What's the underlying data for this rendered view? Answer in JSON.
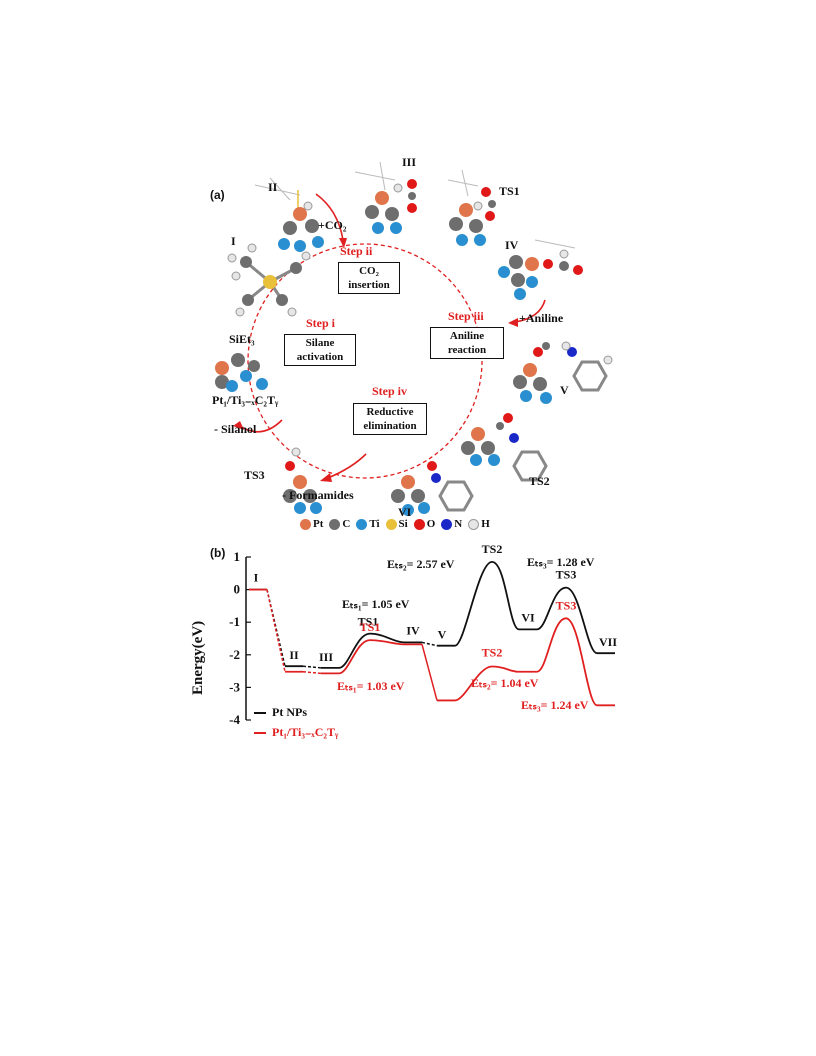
{
  "panel_a": {
    "label": "(a)",
    "steps": [
      {
        "name": "Step i",
        "box": [
          "Silane",
          "activation"
        ]
      },
      {
        "name": "Step ii",
        "box": [
          "CO₂",
          "insertion"
        ]
      },
      {
        "name": "Step iii",
        "box": [
          "Aniline",
          "reaction"
        ]
      },
      {
        "name": "Step iv",
        "box": [
          "Reductive",
          "elimination"
        ]
      }
    ],
    "species": [
      "I",
      "II",
      "III",
      "TS1",
      "IV",
      "V",
      "TS2",
      "VI",
      "TS3"
    ],
    "reagents": {
      "co2": "+CO₂",
      "aniline": "+Aniline",
      "silanol": "- Silanol",
      "formamides": "- Formamides",
      "sieth3": "SiEt₃",
      "catalyst": "Pt₁/Ti₃₋ₓC₂Tᵧ"
    },
    "atom_legend": [
      {
        "symbol": "Pt",
        "color": "#e0744a"
      },
      {
        "symbol": "C",
        "color": "#6e6e6e"
      },
      {
        "symbol": "Ti",
        "color": "#2a8fd0"
      },
      {
        "symbol": "Si",
        "color": "#e8c03a"
      },
      {
        "symbol": "O",
        "color": "#e01818"
      },
      {
        "symbol": "N",
        "color": "#1a28c8"
      },
      {
        "symbol": "H",
        "color": "#e6e6e6"
      }
    ]
  },
  "panel_b": {
    "label": "(b)",
    "annotations": {
      "black_ts1": "Eₜₛ₁= 1.05 eV",
      "black_ts2": "Eₜₛ₂= 2.57 eV",
      "black_ts3": "Eₜₛ₃= 1.28 eV",
      "red_ts1": "Eₜₛ₁= 1.03 eV",
      "red_ts2": "Eₜₛ₂= 1.04 eV",
      "red_ts3": "Eₜₛ₃= 1.24 eV"
    }
  },
  "chart_data": {
    "type": "line",
    "ylabel": "Energy(eV)",
    "ylim": [
      -4,
      1
    ],
    "yticks": [
      1,
      0,
      -1,
      -2,
      -3,
      -4
    ],
    "series": [
      {
        "name": "Pt NPs",
        "color": "#111111",
        "states": [
          "I",
          "II",
          "III",
          "TS1",
          "IV",
          "V",
          "TS2",
          "VI",
          "TS3",
          "VII"
        ],
        "values": [
          0.0,
          -2.35,
          -2.4,
          -1.35,
          -1.62,
          -1.72,
          0.85,
          -1.22,
          0.06,
          -1.95
        ]
      },
      {
        "name": "Pt₁/Ti₃₋ₓC₂Tᵧ",
        "color": "#e02020",
        "states": [
          "I",
          "II",
          "III",
          "TS1",
          "IV",
          "V",
          "TS2",
          "VI",
          "TS3",
          "VII"
        ],
        "values": [
          0.0,
          -2.52,
          -2.57,
          -1.55,
          -1.68,
          -3.4,
          -2.36,
          -2.52,
          -0.88,
          -3.55
        ]
      }
    ]
  }
}
